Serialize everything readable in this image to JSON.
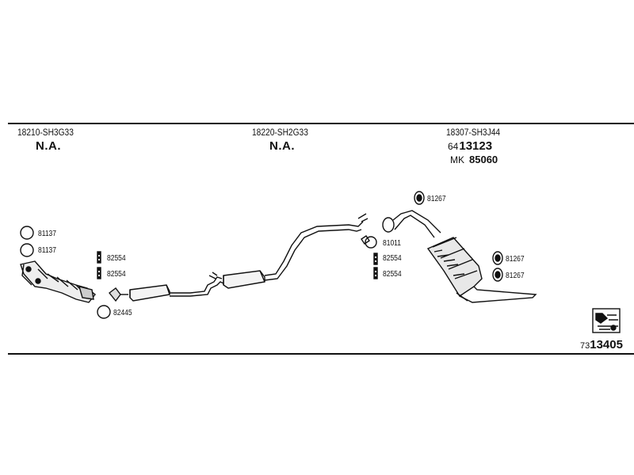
{
  "sections": [
    {
      "part_number": "18210-SH3G33",
      "status": "N.A."
    },
    {
      "part_number": "18220-SH2G33",
      "status": "N.A."
    },
    {
      "part_number": "18307-SH3J44",
      "ref_prefix": "64",
      "ref_main": "13123",
      "mk_label": "MK",
      "mk_value": "85060"
    }
  ],
  "callouts": {
    "ring_81137_a": "81137",
    "ring_81137_b": "81137",
    "clamp_82554_a": "82554",
    "clamp_82554_b": "82554",
    "ring_82445": "82445",
    "ring_81011": "81011",
    "clamp_82554_c": "82554",
    "clamp_82554_d": "82554",
    "hanger_81267_top": "81267",
    "hanger_81267_a": "81267",
    "hanger_81267_b": "81267"
  },
  "footer": {
    "doc_prefix": "73",
    "doc_main": "13405"
  },
  "icons": [
    "exhaust-system-drawing",
    "ring-gasket-icon",
    "clamp-icon",
    "rubber-hanger-icon",
    "logo-icon"
  ]
}
